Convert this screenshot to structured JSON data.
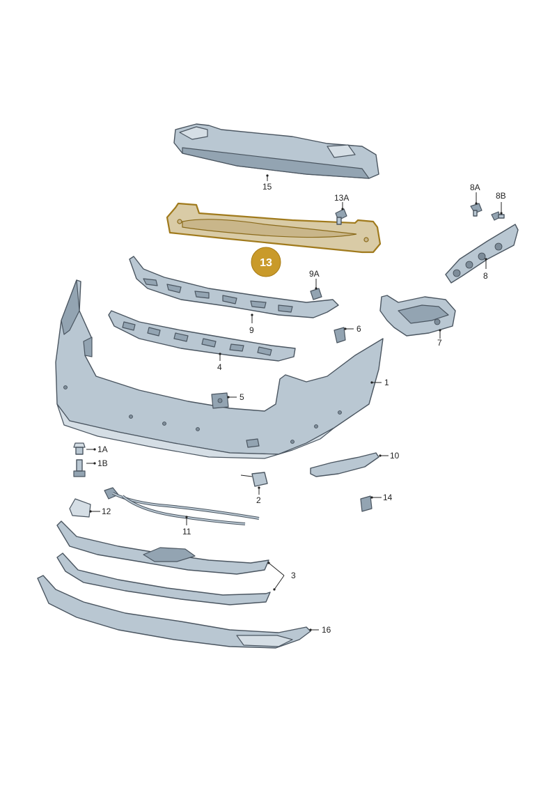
{
  "diagram": {
    "highlight": {
      "label": "13",
      "color": "#c99a2a"
    },
    "labels": {
      "p15": "15",
      "p13a": "13A",
      "p8a": "8A",
      "p8b": "8B",
      "p8": "8",
      "p9a": "9A",
      "p9": "9",
      "p7": "7",
      "p6": "6",
      "p4": "4",
      "p1": "1",
      "p5": "5",
      "p1a": "1A",
      "p1b": "1B",
      "p10": "10",
      "p2": "2",
      "p14": "14",
      "p12": "12",
      "p11": "11",
      "p3": "3",
      "p16": "16"
    }
  }
}
